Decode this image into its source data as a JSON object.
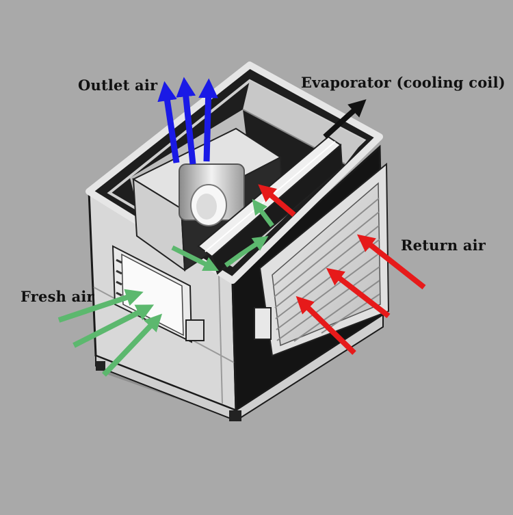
{
  "diagram": {
    "labels": {
      "outlet_air": "Outlet air",
      "evaporator": "Evaporator (cooling coil)",
      "return_air": "Return air",
      "fresh_air": "Fresh air"
    },
    "colors": {
      "background": "#a9a9a9",
      "outlet_air_arrow": "#1a1ae6",
      "return_air_arrow": "#e61a1a",
      "fresh_air_arrow": "#5cb86e",
      "evaporator_arrow": "#111111",
      "unit_frame": "#dcdcdc",
      "unit_shadow": "#101010"
    },
    "arrow_groups": [
      {
        "name": "outlet-air",
        "count": 3,
        "direction": "up"
      },
      {
        "name": "return-air",
        "count": 3,
        "direction": "up-left"
      },
      {
        "name": "fresh-air",
        "count": 3,
        "direction": "up-right"
      },
      {
        "name": "mixed-air",
        "count": 3,
        "direction": "toward-coil"
      }
    ]
  }
}
